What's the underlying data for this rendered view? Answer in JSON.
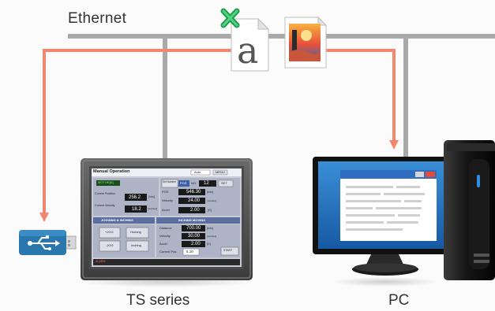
{
  "labels": {
    "ethernet": "Ethernet",
    "ts_series": "TS series",
    "pc": "PC"
  },
  "hmi_screen": {
    "title": "Manual Operation",
    "top_select": "Auto",
    "top_btn": "MENU",
    "status_badge": "MOTOR[K]",
    "current_position_label": "Current Position",
    "current_position_value": "256.2",
    "current_position_unit": "[mm]",
    "current_velocity_label": "Current Velocity",
    "current_velocity_value": "18.2",
    "current_velocity_unit": "[mm/sec]",
    "set_label": "Set Number",
    "pos_label": "POS",
    "no_label": "NO.",
    "no_value": "12",
    "set_btn": "SET",
    "pos_value": "546.30",
    "pos_unit": "[mm]",
    "velocity_label": "Velocity",
    "velocity_value": "24.00",
    "velocity_unit": "[mm/sec]",
    "accel_label": "Accel",
    "accel_value": "2.00",
    "accel_unit": "[G]",
    "left_section_title": "JOGGING & INCHING",
    "right_section_title": "INCHING MOVING",
    "jog_btn_left_top": "+JOG",
    "jog_btn_right_top": "Homing",
    "jog_btn_left_bottom": "-JOG",
    "jog_btn_right_bottom": "Inching",
    "distance_label": "Distance",
    "distance_value": "700.00",
    "distance_unit": "[mm]",
    "inch_velocity_label": "Velocity",
    "inch_velocity_value": "30.00",
    "inch_velocity_unit": "[mm/sec]",
    "inch_accel_label": "Accel",
    "inch_accel_value": "2.00",
    "inch_accel_unit": "[G]",
    "current_pos_label": "Current Pos.",
    "current_pos_value": "5.10",
    "start_btn": "START",
    "alarm_label": "ALARM"
  },
  "colors": {
    "ethernet_line": "#a9a9ab",
    "data_line": "#f2876e",
    "usb_blue": "#2a77ad",
    "monitor_blue": "#1f5f9e",
    "hmi_header": "#5a6ea0"
  }
}
